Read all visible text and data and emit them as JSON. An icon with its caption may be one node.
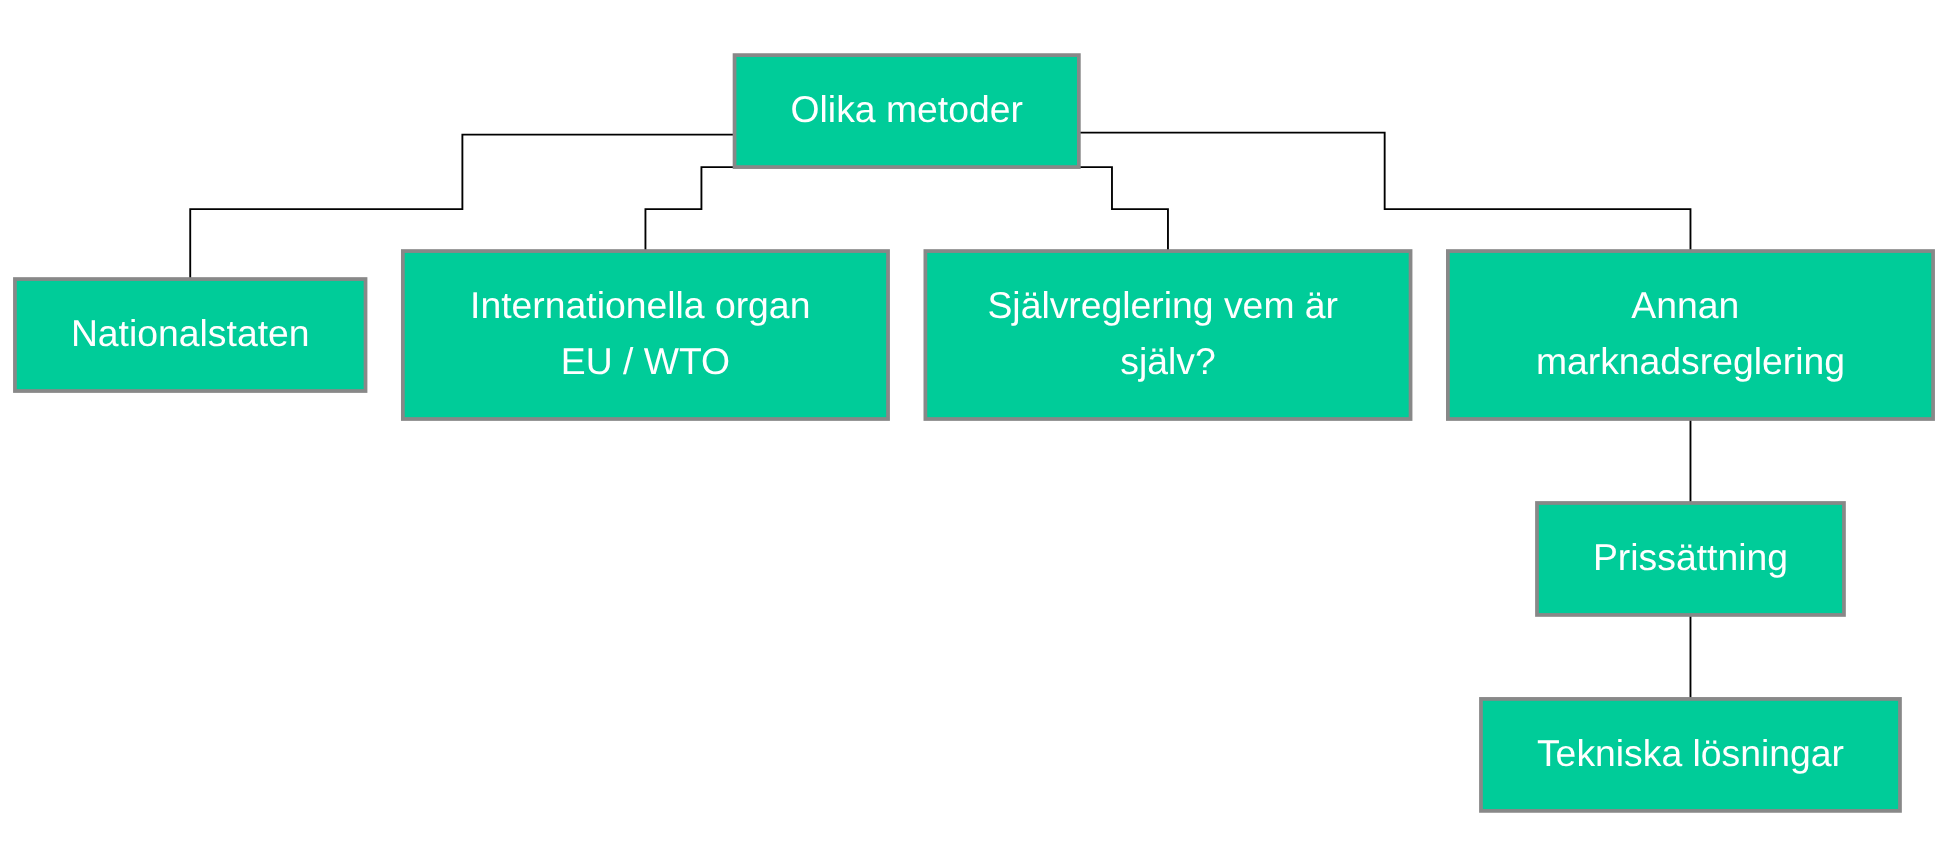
{
  "diagram": {
    "nodes": [
      {
        "text": [
          "Olika metoder"
        ]
      },
      {
        "text": [
          "Nationalstaten"
        ]
      },
      {
        "text": [
          "Internationella organ EU / WTO"
        ]
      },
      {
        "text": [
          "Självreglering vem är själv?"
        ]
      },
      {
        "text": [
          "Annan marknadsreglering"
        ]
      },
      {
        "text": [
          "Prissättning"
        ]
      },
      {
        "text": [
          "Tekniska lösningar"
        ]
      }
    ],
    "edges": [
      {
        "from": 0,
        "to": 1,
        "arrow": "none"
      },
      {
        "from": 0,
        "to": 2,
        "arrow": "none"
      },
      {
        "from": 0,
        "to": 3,
        "arrow": "none"
      },
      {
        "from": 0,
        "to": 4,
        "arrow": "none"
      },
      {
        "from": 4,
        "to": 5,
        "arrow": "none"
      },
      {
        "from": 5,
        "to": 6,
        "arrow": "none"
      }
    ]
  }
}
